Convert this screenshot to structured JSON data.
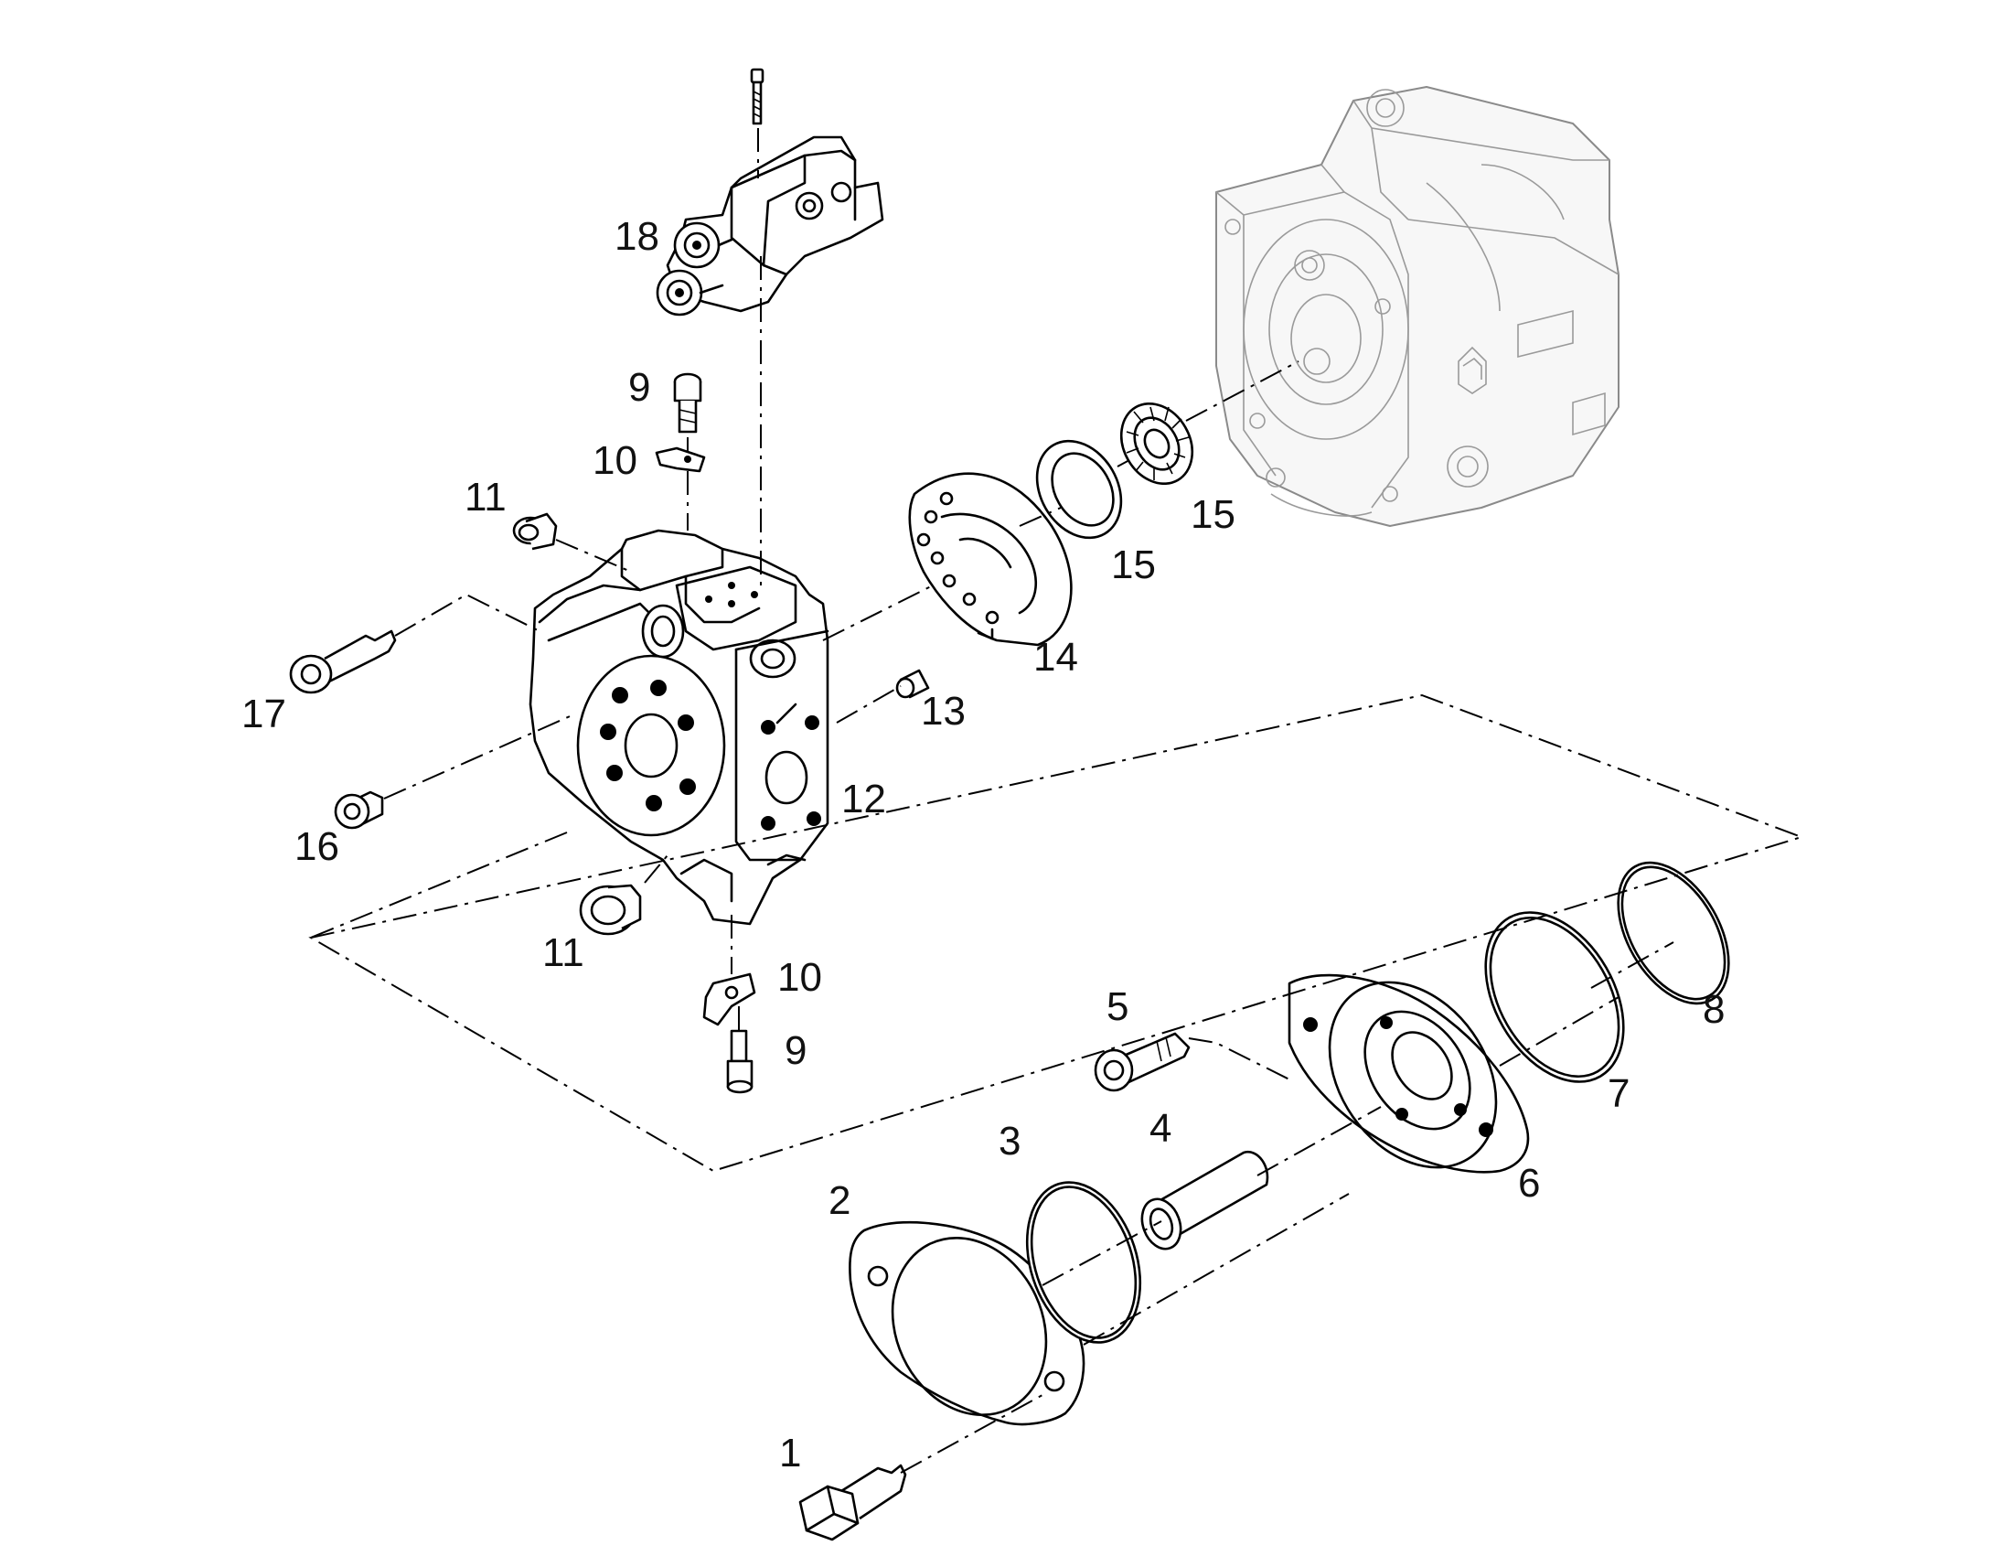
{
  "labels": {
    "p1": "1",
    "p2": "2",
    "p3": "3",
    "p4": "4",
    "p5": "5",
    "p6": "6",
    "p7": "7",
    "p8": "8",
    "p9a": "9",
    "p9b": "9",
    "p10a": "10",
    "p10b": "10",
    "p11a": "11",
    "p11b": "11",
    "p12": "12",
    "p13": "13",
    "p14": "14",
    "p15a": "15",
    "p15b": "15",
    "p16": "16",
    "p17": "17",
    "p18": "18"
  },
  "colors": {
    "line": "#000000",
    "ghost": "#8a8a8a",
    "background": "#ffffff"
  }
}
